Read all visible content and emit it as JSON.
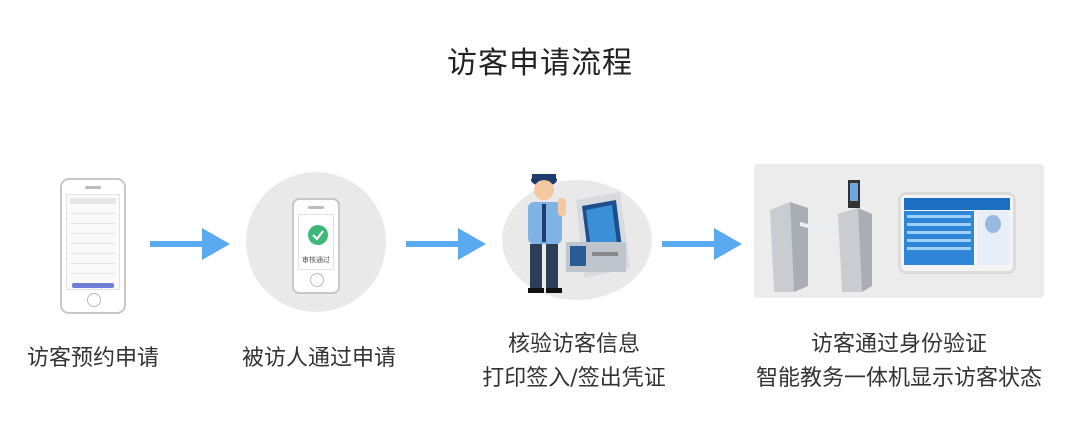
{
  "title": "访客申请流程",
  "steps": [
    {
      "label": "访客预约申请"
    },
    {
      "label": "被访人通过申请",
      "phone_text": "审核通过"
    },
    {
      "line1": "核验访客信息",
      "line2": "打印签入/签出凭证"
    },
    {
      "line1": "访客通过身份验证",
      "line2": "智能教务一体机显示访客状态"
    }
  ],
  "colors": {
    "arrow": "#5aaaf0",
    "check": "#3cb878",
    "accent": "#4a7fd0"
  }
}
